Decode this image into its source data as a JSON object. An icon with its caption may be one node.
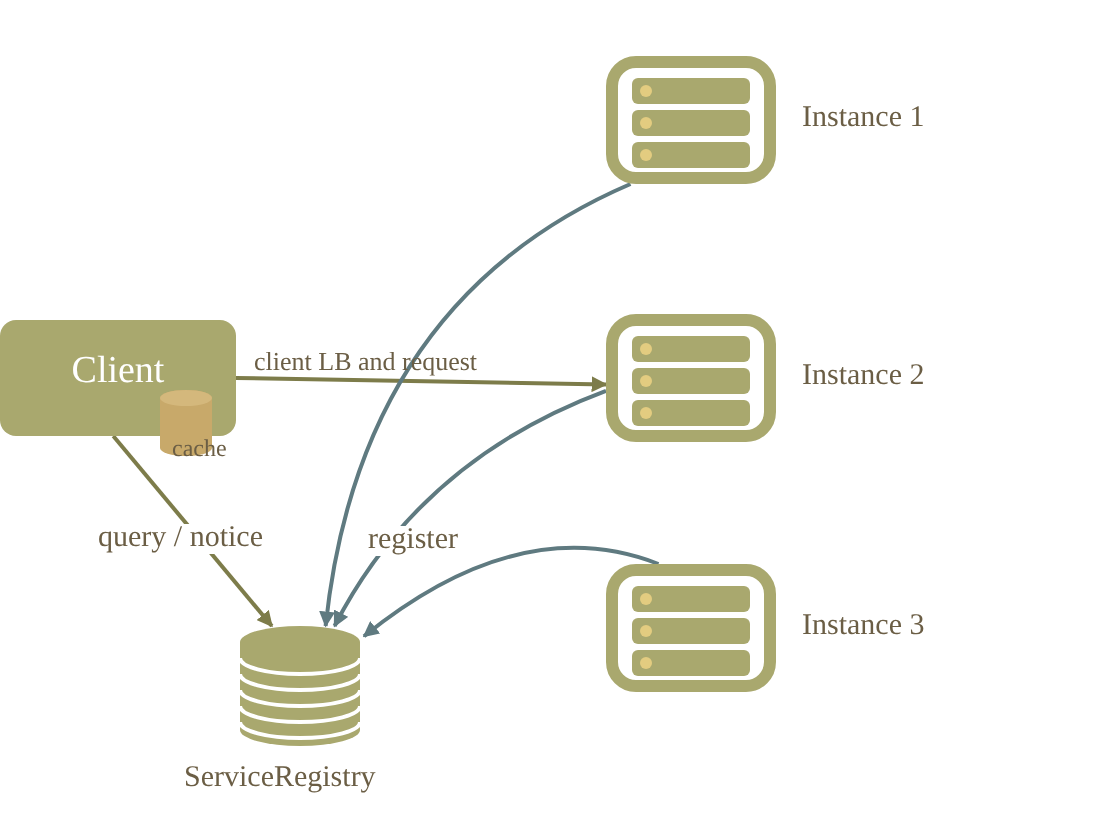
{
  "diagram": {
    "nodes": [
      {
        "text": [
          "Client"
        ]
      },
      {
        "text": [
          "cache"
        ]
      },
      {
        "text": [
          "ServiceRegistry"
        ]
      },
      {
        "text": [
          "Instance 1"
        ]
      },
      {
        "text": [
          "Instance 2"
        ]
      },
      {
        "text": [
          "Instance 3"
        ]
      }
    ],
    "edges": [
      {
        "from": 0,
        "to": 4,
        "arrow": "to",
        "label": "client LB and request",
        "color": "#7d7c4a"
      },
      {
        "from": 0,
        "to": 2,
        "arrow": "to",
        "label": "query / notice",
        "color": "#7d7c4a"
      },
      {
        "from": 3,
        "to": 2,
        "arrow": "to"
      },
      {
        "from": 4,
        "to": 2,
        "arrow": "to",
        "label": "register"
      },
      {
        "from": 5,
        "to": 2,
        "arrow": "to"
      }
    ]
  }
}
